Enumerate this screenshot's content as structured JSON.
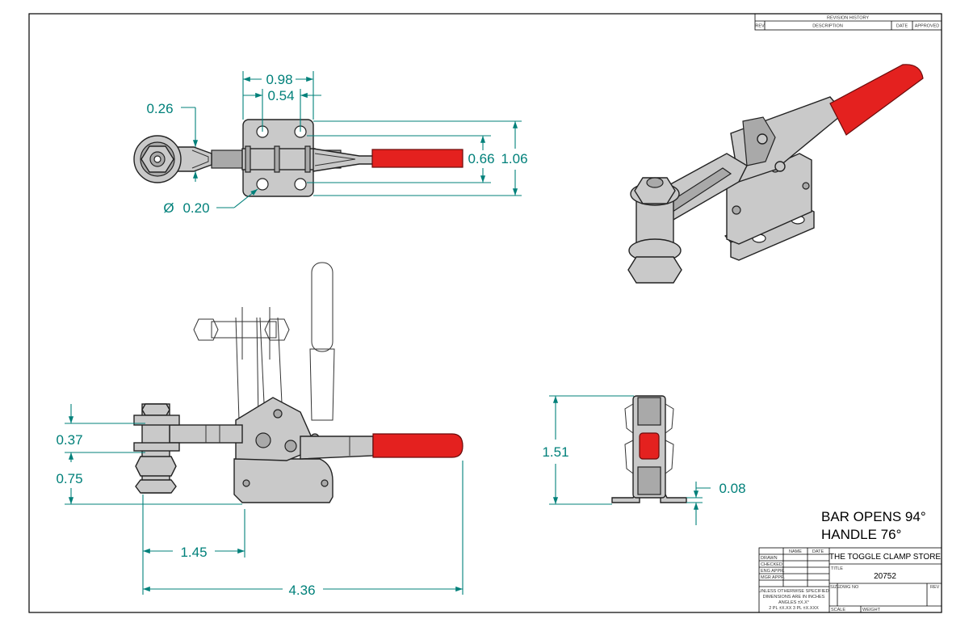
{
  "revision_history": {
    "title": "REVISION HISTORY",
    "col_rev": "REV",
    "col_description": "DESCRIPTION",
    "col_date": "DATE",
    "col_approved": "APPROVED"
  },
  "dimensions": {
    "top_width_outer": "0.98",
    "top_width_inner": "0.54",
    "left_offset": "0.26",
    "hole_dia": "0.20",
    "dia_symbol": "Ø",
    "height_inner": "0.66",
    "height_outer": "1.06",
    "side_upper": "0.37",
    "side_lower": "0.75",
    "base_to_spindle": "1.45",
    "overall_length": "4.36",
    "end_height": "1.51",
    "end_thickness": "0.08"
  },
  "notes": {
    "line1": "BAR OPENS 94°",
    "line2": "HANDLE 76°"
  },
  "title_block": {
    "col_name": "NAME",
    "col_date": "DATE",
    "row_drawn": "DRAWN",
    "row_checked": "CHECKED",
    "row_eng": "ENG APPR.",
    "row_mgr": "MGR APPR.",
    "tolerance_1": "UNLESS OTHERWISE SPECIFIED",
    "tolerance_2": "DIMENSIONS ARE IN INCHES",
    "tolerance_3": "ANGLES ±X.X°",
    "tolerance_4": "2 PL ±X.XX 3 PL ±X.XXX",
    "company": "THE TOGGLE CLAMP STORE",
    "title_label": "TITLE",
    "title": "20752",
    "size_label": "SIZE",
    "dwg_label": "DWG NO",
    "rev_label": "REV",
    "scale_label": "SCALE",
    "weight_label": "WEIGHT"
  },
  "colors": {
    "dimension": "#00807a",
    "handle": "#e4211f",
    "steel": "#c9c9c9"
  }
}
